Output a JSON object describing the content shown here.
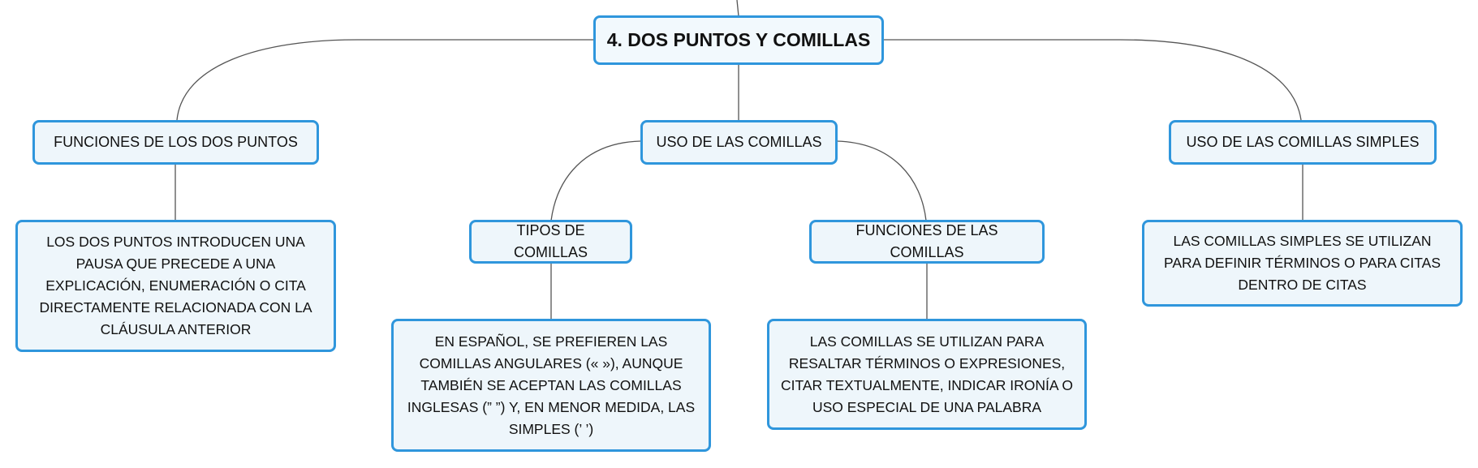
{
  "mindmap": {
    "root": {
      "label": "4. DOS PUNTOS Y COMILLAS"
    },
    "branches": [
      {
        "label": "FUNCIONES DE LOS DOS PUNTOS",
        "detail": "LOS DOS PUNTOS INTRODUCEN UNA PAUSA QUE PRECEDE A UNA EXPLICACIÓN, ENUMERACIÓN O CITA DIRECTAMENTE RELACIONADA CON LA CLÁUSULA ANTERIOR"
      },
      {
        "label": "USO DE LAS COMILLAS",
        "children": [
          {
            "label": "TIPOS DE COMILLAS",
            "detail": "EN ESPAÑOL, SE PREFIEREN LAS COMILLAS ANGULARES (« »), AUNQUE TAMBIÉN SE ACEPTAN LAS COMILLAS INGLESAS (” ”) Y, EN MENOR MEDIDA, LAS SIMPLES (’ ’)"
          },
          {
            "label": "FUNCIONES DE LAS COMILLAS",
            "detail": "LAS COMILLAS SE UTILIZAN PARA RESALTAR TÉRMINOS O EXPRESIONES, CITAR TEXTUALMENTE, INDICAR IRONÍA O USO ESPECIAL DE UNA PALABRA"
          }
        ]
      },
      {
        "label": "USO DE LAS COMILLAS SIMPLES",
        "detail": "LAS COMILLAS SIMPLES SE UTILIZAN PARA DEFINIR TÉRMINOS O PARA CITAS DENTRO DE CITAS"
      }
    ]
  },
  "colors": {
    "node_border": "#2f96dc",
    "node_fill": "#eef6fb",
    "connector": "#555555"
  }
}
